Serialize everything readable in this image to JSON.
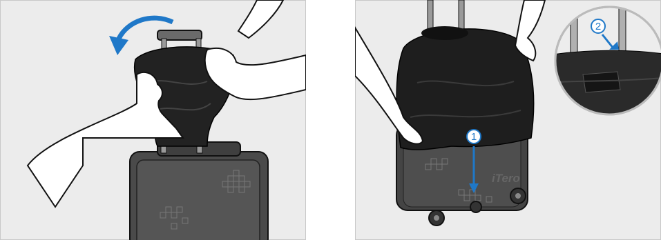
{
  "figure": {
    "left_panel": {
      "description_icon": "rotate-counterclockwise-arrow-icon"
    },
    "right_panel": {
      "callouts": [
        {
          "label": "1"
        },
        {
          "label": "2"
        }
      ],
      "brand_text": "iTero"
    },
    "colors": {
      "background": "#ececec",
      "border": "#c8c8c8",
      "suitcase": "#4a4a4a",
      "suitcase_dark": "#3c3c3c",
      "cover": "#222222",
      "accent_arrow": "#1f78c8",
      "skin": "#ffffff",
      "outline": "#111111"
    }
  }
}
